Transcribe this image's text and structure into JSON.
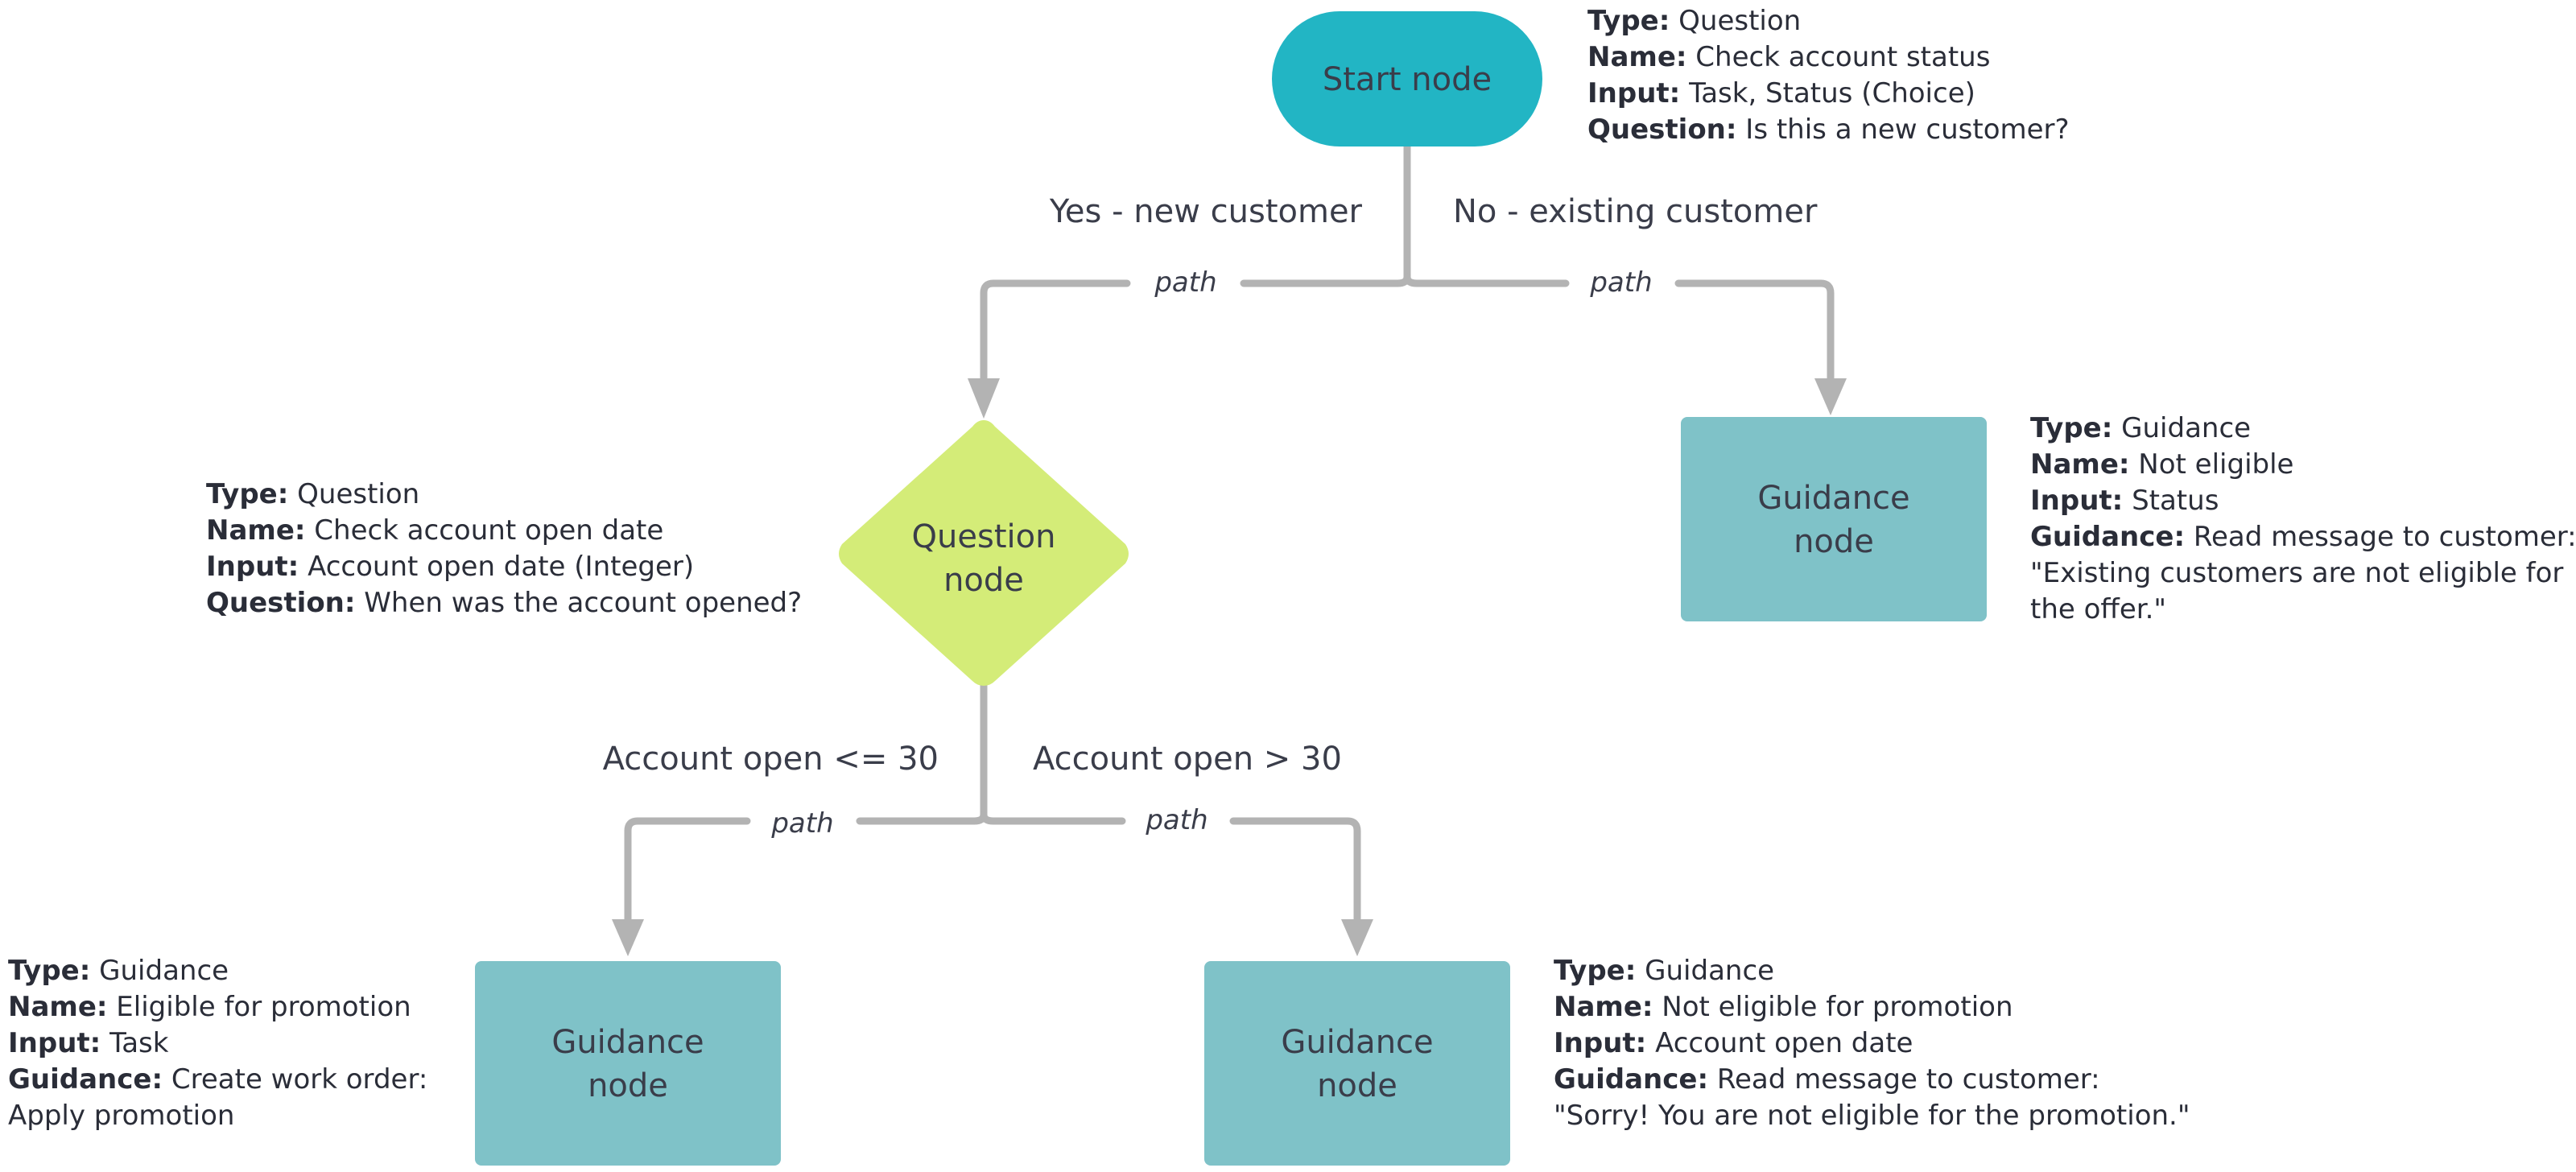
{
  "colors": {
    "start_node": "#22b5c4",
    "question_node": "#d4ec78",
    "guidance_node": "#7fc2c8",
    "connector": "#b3b3b3",
    "text": "#3a3d4a"
  },
  "nodes": {
    "start": {
      "line1": "Start node"
    },
    "question": {
      "line1": "Question",
      "line2": "node"
    },
    "guidance_not_eligible": {
      "line1": "Guidance",
      "line2": "node"
    },
    "guidance_eligible_promo": {
      "line1": "Guidance",
      "line2": "node"
    },
    "guidance_not_eligible_promo": {
      "line1": "Guidance",
      "line2": "node"
    }
  },
  "edges": {
    "yes_new": "Yes - new customer",
    "no_existing": "No - existing customer",
    "open_le_30": "Account open <= 30",
    "open_gt_30": "Account open > 30",
    "path": "path"
  },
  "info": {
    "start": {
      "type_label": "Type:",
      "type_value": "Question",
      "name_label": "Name:",
      "name_value": "Check account status",
      "input_label": "Input:",
      "input_value": "Task, Status (Choice)",
      "extra_label": "Question:",
      "extra_value": "Is this a new customer?"
    },
    "question": {
      "type_label": "Type:",
      "type_value": "Question",
      "name_label": "Name:",
      "name_value": "Check account open date",
      "input_label": "Input:",
      "input_value": "Account open date (Integer)",
      "extra_label": "Question:",
      "extra_value": "When was the account opened?"
    },
    "not_eligible": {
      "type_label": "Type:",
      "type_value": "Guidance",
      "name_label": "Name:",
      "name_value": "Not eligible",
      "input_label": "Input:",
      "input_value": "Status",
      "extra_label": "Guidance:",
      "extra_value": "Read message to customer:",
      "cont1": "\"Existing customers are not eligible for",
      "cont2": "the offer.\""
    },
    "eligible_promo": {
      "type_label": "Type:",
      "type_value": "Guidance",
      "name_label": "Name:",
      "name_value": "Eligible for promotion",
      "input_label": "Input:",
      "input_value": "Task",
      "extra_label": "Guidance:",
      "extra_value": "Create work order:",
      "cont1": "Apply promotion"
    },
    "not_eligible_promo": {
      "type_label": "Type:",
      "type_value": "Guidance",
      "name_label": "Name:",
      "name_value": "Not eligible for promotion",
      "input_label": "Input:",
      "input_value": "Account open date",
      "extra_label": "Guidance:",
      "extra_value": "Read message to customer:",
      "cont1": "\"Sorry! You are not eligible for the promotion.\""
    }
  }
}
